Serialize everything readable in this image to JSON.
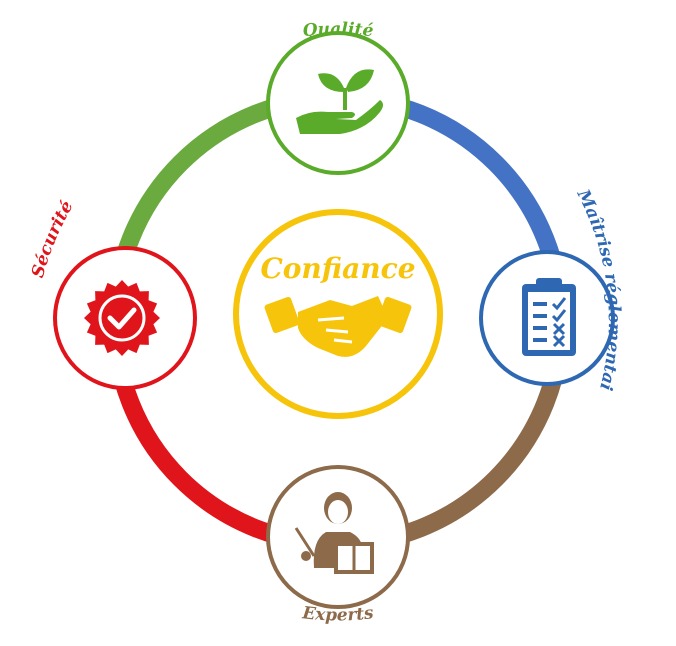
{
  "center": {
    "label": "Confiance",
    "color": "#f6c40a",
    "icon": "handshake-icon"
  },
  "nodes": [
    {
      "id": "qualite",
      "label": "Qualité",
      "color": "#5aab2a",
      "icon": "plant-hand-icon"
    },
    {
      "id": "maitrise",
      "label": "Maîtrise réglementaire",
      "color": "#2e68b3",
      "icon": "checklist-clipboard-icon"
    },
    {
      "id": "experts",
      "label": "Experts",
      "color": "#8c6a4a",
      "icon": "teacher-icon"
    },
    {
      "id": "securite",
      "label": "Sécurité",
      "color": "#e0141b",
      "icon": "certified-badge-icon"
    }
  ],
  "ring_colors": {
    "q_to_m": "#4472c4",
    "m_to_e": "#8c6a4a",
    "e_to_s": "#e0141b",
    "s_to_q": "#6aaa3f"
  }
}
